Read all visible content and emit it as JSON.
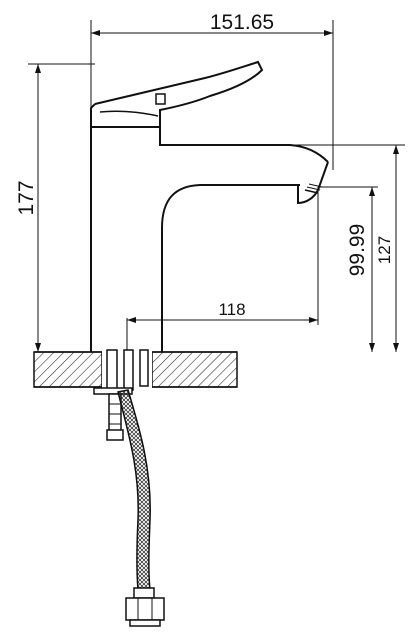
{
  "drawing": {
    "dimensions": {
      "overall_width": "151.65",
      "overall_height": "177",
      "spout_reach": "118",
      "spout_outlet_height": "99.99",
      "spout_top_height": "127"
    },
    "colors": {
      "line": "#111111",
      "background": "#ffffff",
      "hatch": "#222222"
    }
  }
}
